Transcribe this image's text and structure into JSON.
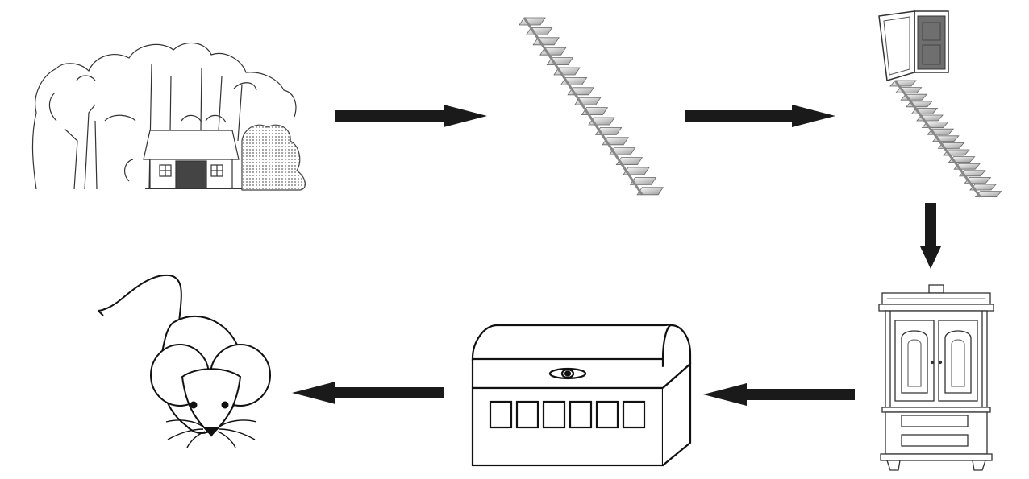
{
  "diagram": {
    "sequence": [
      {
        "id": "house",
        "icon": "house-in-forest-icon"
      },
      {
        "id": "stairs",
        "icon": "staircase-icon"
      },
      {
        "id": "door-stairs",
        "icon": "staircase-to-open-door-icon"
      },
      {
        "id": "wardrobe",
        "icon": "wardrobe-icon"
      },
      {
        "id": "chest",
        "icon": "treasure-chest-icon"
      },
      {
        "id": "mouse",
        "icon": "mouse-icon"
      }
    ],
    "arrows": [
      {
        "from": "house",
        "to": "stairs",
        "direction": "right"
      },
      {
        "from": "stairs",
        "to": "door-stairs",
        "direction": "right"
      },
      {
        "from": "door-stairs",
        "to": "wardrobe",
        "direction": "down"
      },
      {
        "from": "wardrobe",
        "to": "chest",
        "direction": "left"
      },
      {
        "from": "chest",
        "to": "mouse",
        "direction": "left"
      }
    ],
    "colors": {
      "line": "#222222",
      "arrow": "#1a1a1a",
      "shade": "#9a9a9a",
      "background": "#ffffff"
    }
  }
}
